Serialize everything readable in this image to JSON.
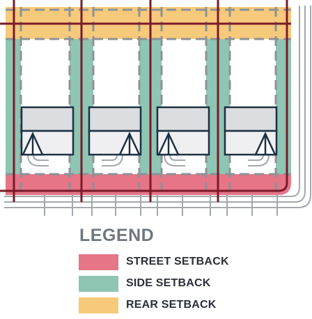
{
  "legend": {
    "title": "LEGEND",
    "items": [
      {
        "key": "street",
        "label": "STREET SETBACK",
        "color": "#e57587"
      },
      {
        "key": "side",
        "label": "SIDE SETBACK",
        "color": "#8fc5b3"
      },
      {
        "key": "rear",
        "label": "REAR SETBACK",
        "color": "#f7c97a"
      }
    ]
  },
  "colors": {
    "lot_line": "#7a1a2a",
    "dashed_line": "#8c9296",
    "building_outline": "#1b3142",
    "building_fill": "#dcdde0",
    "street_lines": "#9aa0a6",
    "background": "#ffffff"
  },
  "plan": {
    "lot_count": 4
  }
}
